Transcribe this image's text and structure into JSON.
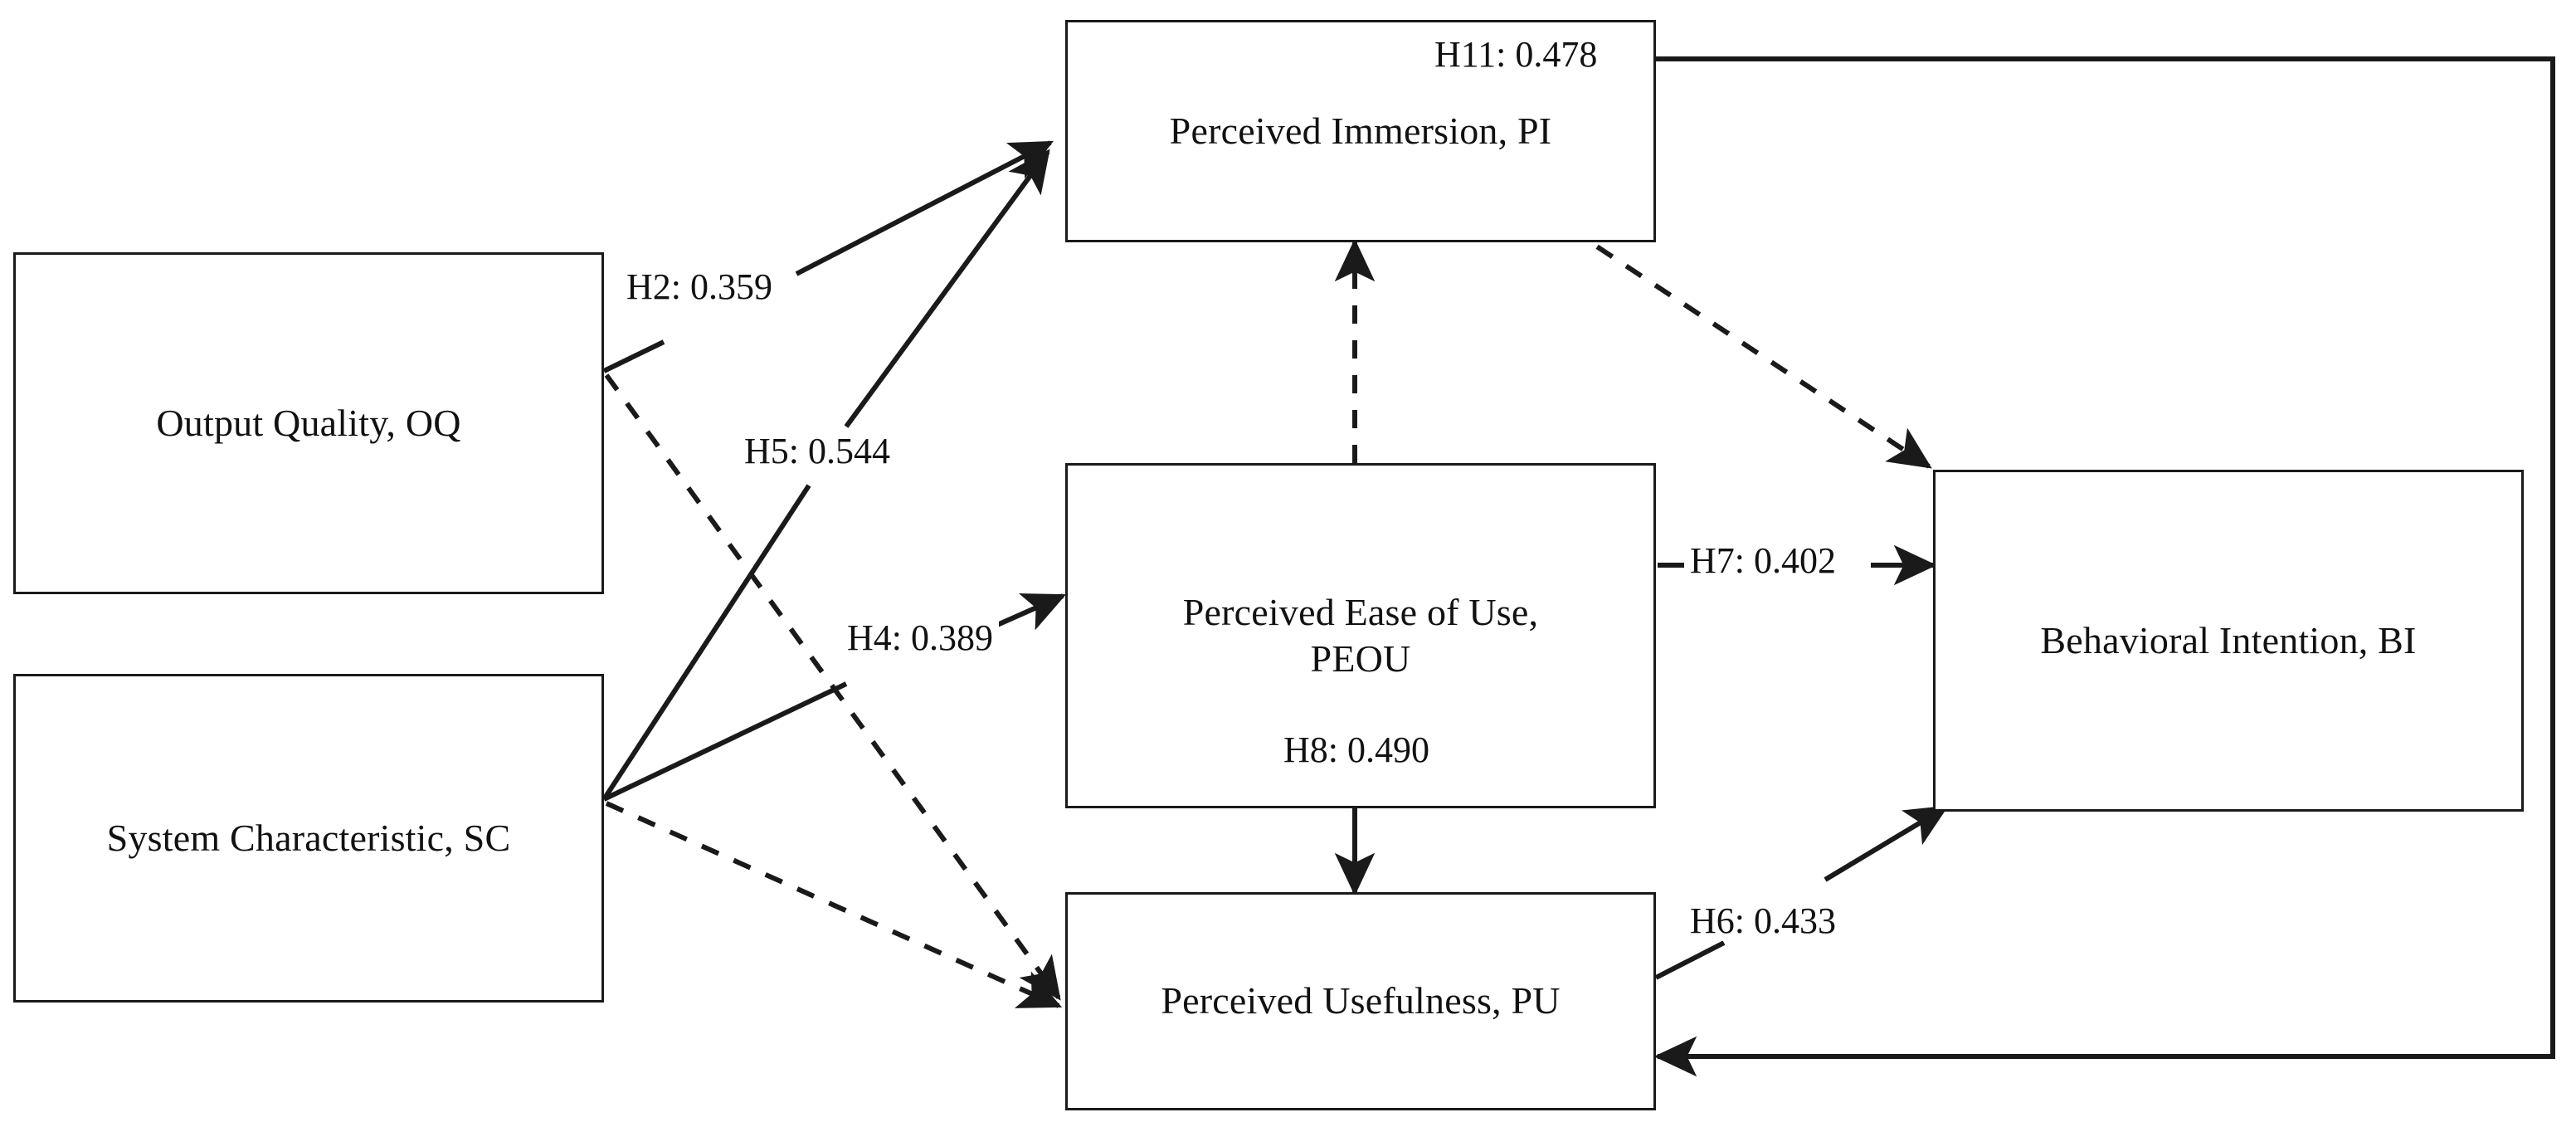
{
  "figure": {
    "type": "path-diagram",
    "background_color": "#ffffff",
    "line_color": "#1a1a1a",
    "text_color": "#111111"
  },
  "nodes": [
    {
      "id": "OQ",
      "label": "Output Quality, OQ"
    },
    {
      "id": "SC",
      "label": "System Characteristic, SC"
    },
    {
      "id": "PI",
      "label": "Perceived Immersion, PI"
    },
    {
      "id": "PEOU",
      "label": "Perceived Ease of Use,\nPEOU"
    },
    {
      "id": "PU",
      "label": "Perceived Usefulness, PU"
    },
    {
      "id": "BI",
      "label": "Behavioral Intention, BI"
    }
  ],
  "edges": [
    {
      "id": "H2",
      "label": "H2: 0.359",
      "hypothesis": "H2",
      "coefficient": "0.359",
      "from": "OQ",
      "to": "PI",
      "style": "solid"
    },
    {
      "id": "H5",
      "label": "H5: 0.544",
      "hypothesis": "H5",
      "coefficient": "0.544",
      "from": "SC",
      "to": "PI",
      "style": "solid"
    },
    {
      "id": "H4",
      "label": "H4: 0.389",
      "hypothesis": "H4",
      "coefficient": "0.389",
      "from": "SC",
      "to": "PEOU",
      "style": "solid"
    },
    {
      "id": "H7",
      "label": "H7: 0.402",
      "hypothesis": "H7",
      "coefficient": "0.402",
      "from": "PEOU",
      "to": "BI",
      "style": "solid"
    },
    {
      "id": "H8",
      "label": "H8: 0.490",
      "hypothesis": "H8",
      "coefficient": "0.490",
      "from": "PEOU",
      "to": "PU",
      "style": "solid"
    },
    {
      "id": "H6",
      "label": "H6: 0.433",
      "hypothesis": "H6",
      "coefficient": "0.433",
      "from": "PU",
      "to": "BI",
      "style": "solid"
    },
    {
      "id": "H11",
      "label": "H11: 0.478",
      "hypothesis": "H11",
      "coefficient": "0.478",
      "from": "PI",
      "to": "PU",
      "style": "solid"
    }
  ],
  "unlabeled_edges": [
    {
      "id": "OQ-PU",
      "from": "OQ",
      "to": "PU",
      "style": "dashed"
    },
    {
      "id": "SC-PU",
      "from": "SC",
      "to": "PU",
      "style": "dashed"
    },
    {
      "id": "PEOU-PI",
      "from": "PEOU",
      "to": "PI",
      "style": "dashed"
    },
    {
      "id": "PI-BI",
      "from": "PI",
      "to": "BI",
      "style": "dashed"
    }
  ]
}
